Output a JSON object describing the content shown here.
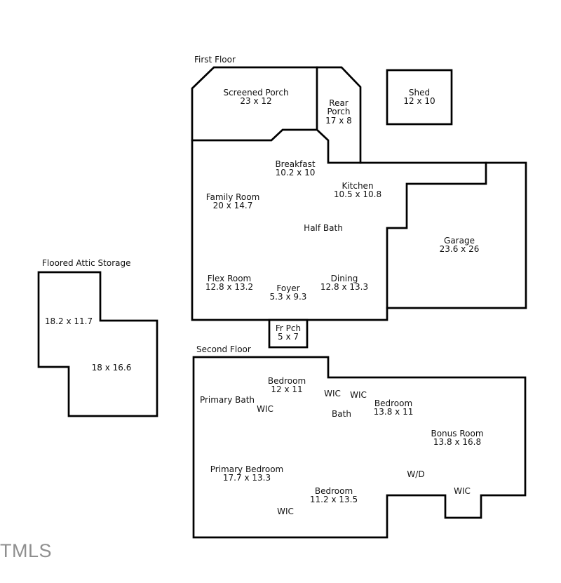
{
  "colors": {
    "wall": "#000000",
    "background": "#ffffff",
    "label_text": "#111111",
    "watermark_text": "#8f8f8f"
  },
  "watermark": {
    "text": "TMLS"
  },
  "first_floor": {
    "title": "First Floor",
    "rooms": {
      "screened_porch": {
        "name": "Screened Porch",
        "dims": "23 x 12"
      },
      "rear_porch": {
        "name": "Rear Porch",
        "dims": "17 x 8"
      },
      "shed": {
        "name": "Shed",
        "dims": "12 x 10"
      },
      "breakfast": {
        "name": "Breakfast",
        "dims": "10.2 x 10"
      },
      "kitchen": {
        "name": "Kitchen",
        "dims": "10.5 x 10.8"
      },
      "family_room": {
        "name": "Family Room",
        "dims": "20 x 14.7"
      },
      "half_bath": {
        "name": "Half Bath"
      },
      "flex_room": {
        "name": "Flex Room",
        "dims": "12.8 x 13.2"
      },
      "foyer": {
        "name": "Foyer",
        "dims": "5.3 x 9.3"
      },
      "dining": {
        "name": "Dining",
        "dims": "12.8 x 13.3"
      },
      "garage": {
        "name": "Garage",
        "dims": "23.6 x 26"
      },
      "front_porch": {
        "name": "Fr Pch",
        "dims": "5 x 7"
      }
    }
  },
  "second_floor": {
    "title": "Second Floor",
    "rooms": {
      "bedroom_a": {
        "name": "Bedroom",
        "dims": "12 x 11"
      },
      "primary_bath": {
        "name": "Primary Bath"
      },
      "wic_primary_bath": {
        "name": "WIC"
      },
      "wic_hall_1": {
        "name": "WIC"
      },
      "wic_hall_2": {
        "name": "WIC"
      },
      "bath": {
        "name": "Bath"
      },
      "bedroom_b": {
        "name": "Bedroom",
        "dims": "13.8 x 11"
      },
      "bonus_room": {
        "name": "Bonus Room",
        "dims": "13.8 x 16.8"
      },
      "laundry": {
        "name": "W/D"
      },
      "wic_bonus": {
        "name": "WIC"
      },
      "primary_bedroom": {
        "name": "Primary Bedroom",
        "dims": "17.7 x 13.3"
      },
      "bedroom_c": {
        "name": "Bedroom",
        "dims": "11.2 x 13.5"
      },
      "wic_primary_bedroom": {
        "name": "WIC"
      }
    }
  },
  "attic": {
    "title": "Floored Attic Storage",
    "areas": {
      "upper": {
        "dims": "18.2 x 11.7"
      },
      "lower": {
        "dims": "18 x 16.6"
      }
    }
  }
}
